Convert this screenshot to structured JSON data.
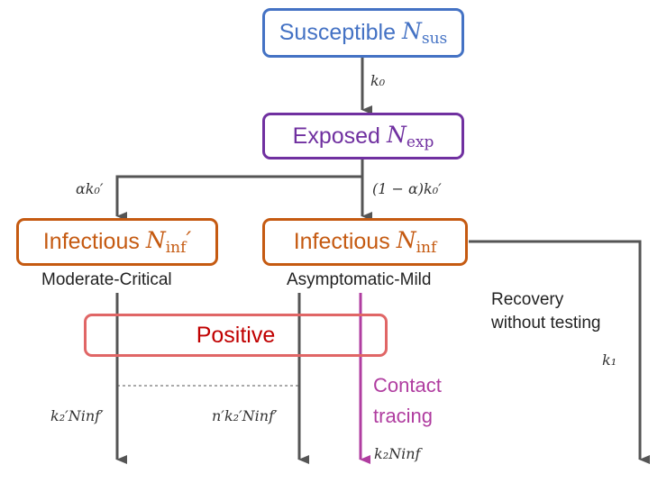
{
  "colors": {
    "susceptible": "#4472c4",
    "exposed": "#7030a0",
    "infectious": "#c55a11",
    "positive": "#e06666",
    "positive_text": "#c00000",
    "contact": "#b03da0",
    "arrow": "#555555"
  },
  "nodes": {
    "susceptible": {
      "label": "Susceptible",
      "var": "N",
      "sub": "sus"
    },
    "exposed": {
      "label": "Exposed",
      "var": "N",
      "sub": "exp"
    },
    "infectious_severe": {
      "label": "Infectious",
      "var": "N",
      "sub": "inf",
      "prime": "′",
      "caption": "Moderate-Critical"
    },
    "infectious_mild": {
      "label": "Infectious",
      "var": "N",
      "sub": "inf",
      "caption": "Asymptomatic-Mild"
    },
    "positive": {
      "label": "Positive"
    }
  },
  "rates": {
    "k0": "k₀",
    "alpha_k0": "αk₀′",
    "one_minus_alpha_k0": "(1 − α)k₀′",
    "k1": "k₁",
    "severe_testing": "k₂′Ninf′",
    "mild_testing": "n′k₂′Ninf′",
    "contact_rate": "k₂Ninf"
  },
  "labels": {
    "recovery": [
      "Recovery",
      "without testing"
    ],
    "contact_tracing": [
      "Contact",
      "tracing"
    ]
  }
}
